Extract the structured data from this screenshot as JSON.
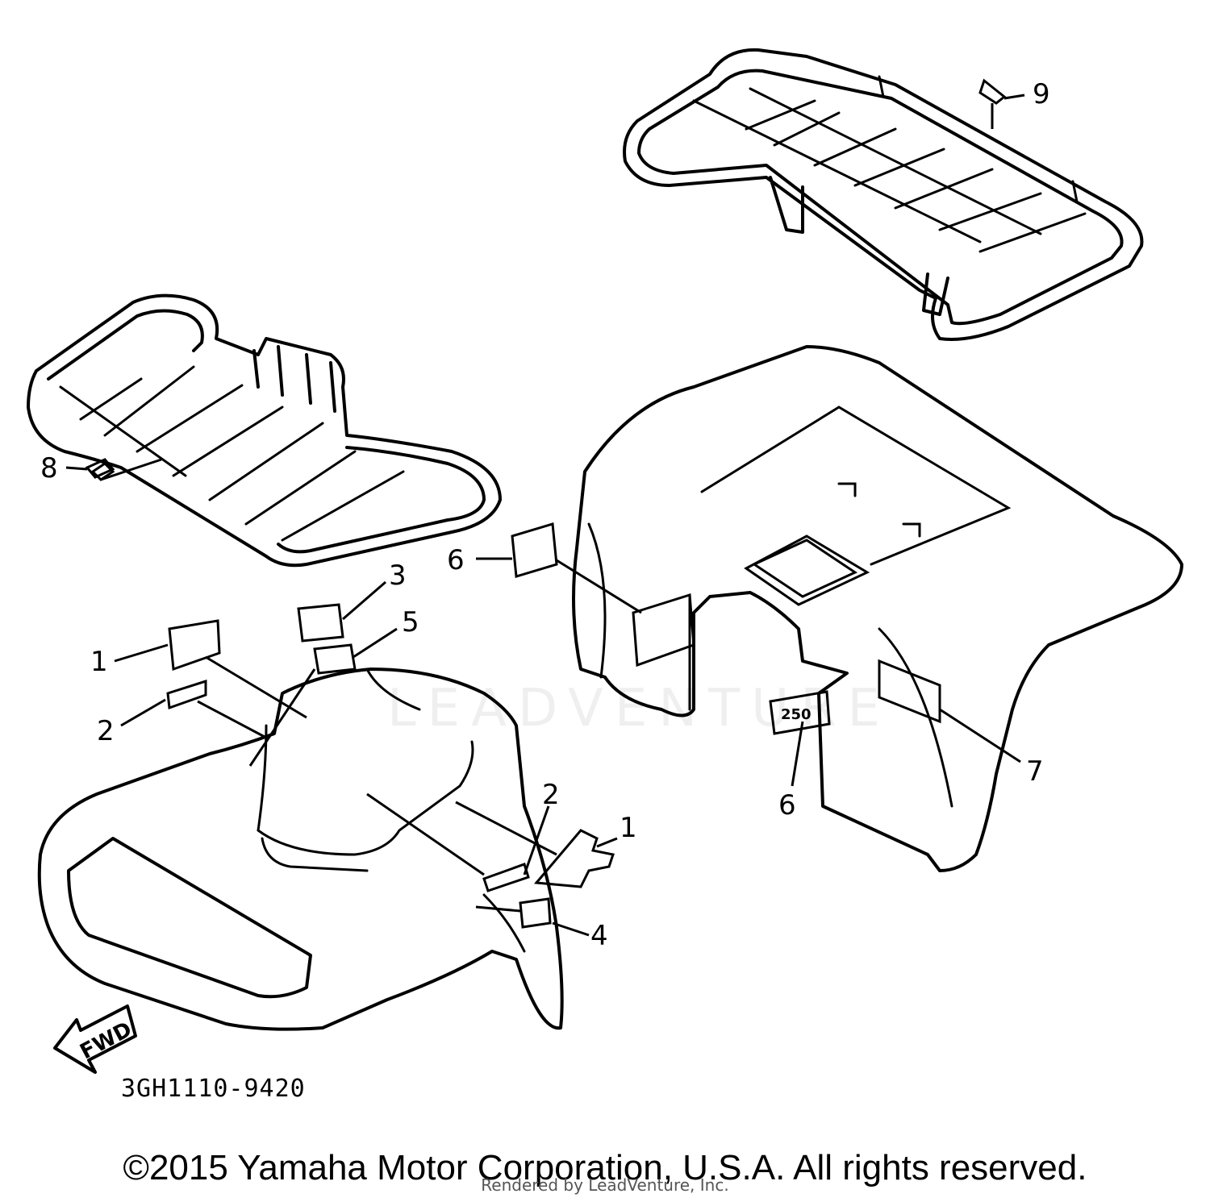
{
  "diagram": {
    "callouts": {
      "c1_left": "1",
      "c1_right": "1",
      "c2_left": "2",
      "c2_right": "2",
      "c3": "3",
      "c4": "4",
      "c5": "5",
      "c6_top": "6",
      "c6_bottom": "6",
      "c7": "7",
      "c8": "8",
      "c9": "9"
    },
    "part_number": "3GH1110-9420",
    "fwd_label": "FWD",
    "decals": {
      "badge_250": "250"
    }
  },
  "footer": {
    "copyright": "©2015 Yamaha Motor Corporation, U.S.A. All rights reserved.",
    "rendered_by": "Rendered by LeadVenture, Inc."
  },
  "watermark": "LEADVENTURE"
}
